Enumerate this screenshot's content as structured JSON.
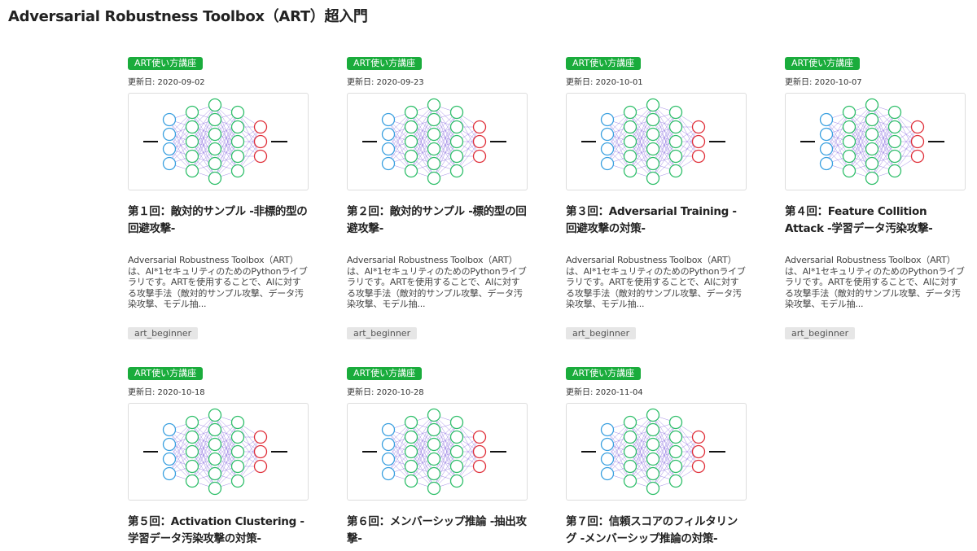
{
  "page": {
    "title": "Adversarial Robustness Toolbox（ART）超入門"
  },
  "colors": {
    "badge": "#1aac3c",
    "tag_bg": "#e6e6e6"
  },
  "cards": [
    {
      "badge": "ART使い方講座",
      "date": "更新日: 2020-09-02",
      "title": "第１回：敵対的サンプル -非標的型の回避攻撃-",
      "desc": "Adversarial Robustness Toolbox（ART）は、AI*1セキュリティのためのPythonライブラリです。ARTを使用することで、AIに対する攻撃手法（敵対的サンプル攻撃、データ汚染攻撃、モデル抽...",
      "tag": "art_beginner"
    },
    {
      "badge": "ART使い方講座",
      "date": "更新日: 2020-09-23",
      "title": "第２回：敵対的サンプル -標的型の回避攻撃-",
      "desc": "Adversarial Robustness Toolbox（ART）は、AI*1セキュリティのためのPythonライブラリです。ARTを使用することで、AIに対する攻撃手法（敵対的サンプル攻撃、データ汚染攻撃、モデル抽...",
      "tag": "art_beginner"
    },
    {
      "badge": "ART使い方講座",
      "date": "更新日: 2020-10-01",
      "title": "第３回：Adversarial Training -回避攻撃の対策-",
      "desc": "Adversarial Robustness Toolbox（ART）は、AI*1セキュリティのためのPythonライブラリです。ARTを使用することで、AIに対する攻撃手法（敵対的サンプル攻撃、データ汚染攻撃、モデル抽...",
      "tag": "art_beginner"
    },
    {
      "badge": "ART使い方講座",
      "date": "更新日: 2020-10-07",
      "title": "第４回：Feature Collition Attack -学習データ汚染攻撃-",
      "desc": "Adversarial Robustness Toolbox（ART）は、AI*1セキュリティのためのPythonライブラリです。ARTを使用することで、AIに対する攻撃手法（敵対的サンプル攻撃、データ汚染攻撃、モデル抽...",
      "tag": "art_beginner"
    },
    {
      "badge": "ART使い方講座",
      "date": "更新日: 2020-10-18",
      "title": "第５回：Activation Clustering -学習データ汚染攻撃の対策-"
    },
    {
      "badge": "ART使い方講座",
      "date": "更新日: 2020-10-28",
      "title": "第６回：メンバーシップ推論 -抽出攻撃-"
    },
    {
      "badge": "ART使い方講座",
      "date": "更新日: 2020-11-04",
      "title": "第７回：信頼スコアのフィルタリング -メンバーシップ推論の対策-"
    }
  ]
}
